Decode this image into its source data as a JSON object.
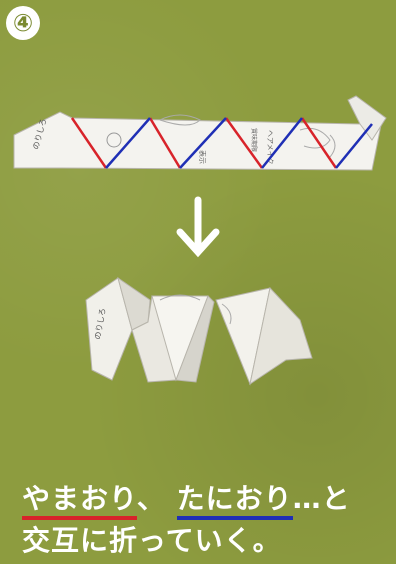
{
  "step": {
    "number": "④"
  },
  "caption": {
    "mountain_fold": "やまおり",
    "comma": "、",
    "valley_fold": "たにおり",
    "ellipsis_to": "…と",
    "line2": "交互に折っていく。"
  },
  "strip_labels": {
    "left": "のりしろ",
    "mid1": "表示",
    "mid2": "ヘアメイク",
    "mid3": "賞味期限"
  },
  "folded_label": "のりしろ",
  "colors": {
    "mountain": "#d8232a",
    "valley": "#1f2fb5",
    "background": "#8d9c3f"
  },
  "icons": {
    "arrow": "down-arrow-icon"
  }
}
